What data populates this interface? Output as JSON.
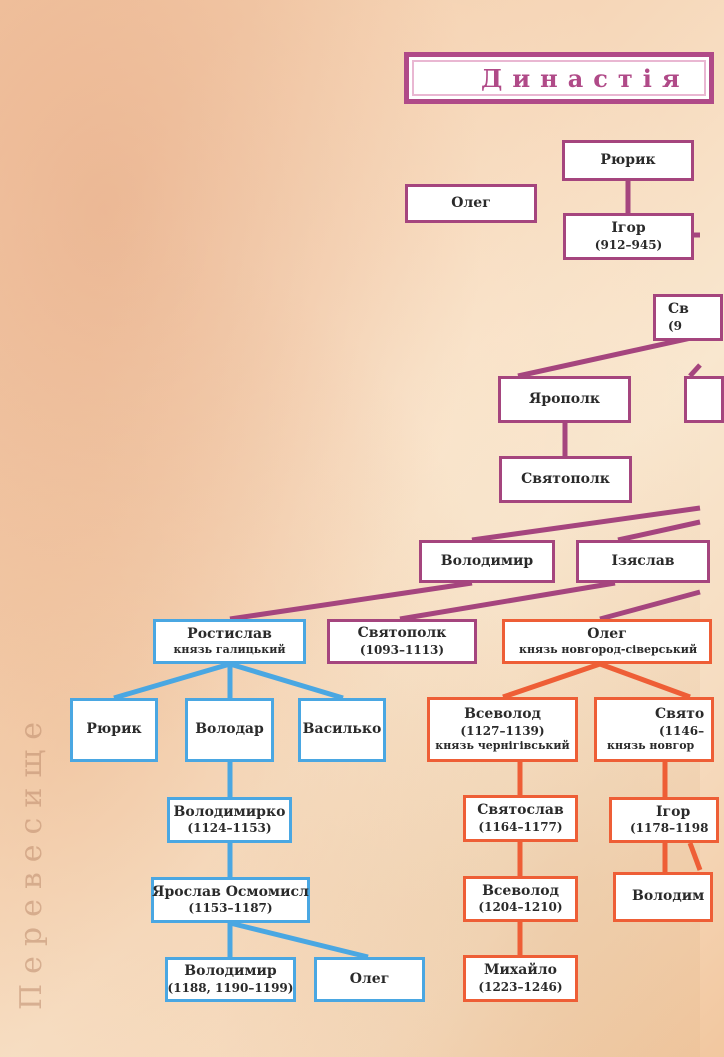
{
  "title": "Династія",
  "colors": {
    "purple": "#a5457e",
    "blue": "#4aa7e2",
    "orange": "#ee5e36"
  },
  "watermark": "Перевесище",
  "boxes": {
    "riuryk": {
      "name": "Рюрик"
    },
    "oleg_top": {
      "name": "Олег"
    },
    "ihor": {
      "name": "Ігор",
      "dates": "(912–945)"
    },
    "sviatoslav": {
      "name": "Св",
      "dates": "(9"
    },
    "yaropolk": {
      "name": "Ярополк"
    },
    "sviatopolk_top": {
      "name": "Святополк"
    },
    "volodymyr": {
      "name": "Володимир"
    },
    "iziaslav": {
      "name": "Ізяслав"
    },
    "rostyslav": {
      "name": "Ростислав",
      "title": "князь галицький"
    },
    "sviatopolk": {
      "name": "Святополк",
      "dates": "(1093–1113)"
    },
    "oleg_ns": {
      "name": "Олег",
      "title": "князь новгород-сіверський"
    },
    "riuryk2": {
      "name": "Рюрик"
    },
    "volodar": {
      "name": "Володар"
    },
    "vasylko": {
      "name": "Василько"
    },
    "vsevolod_ch": {
      "name": "Всеволод",
      "dates": "(1127–1139)",
      "title": "князь чернігівський"
    },
    "sviato_ns": {
      "name": "Свято",
      "dates": "(1146–",
      "title": "князь новгор"
    },
    "volodymyrko": {
      "name": "Володимирко",
      "dates": "(1124–1153)"
    },
    "sviatoslav2": {
      "name": "Святослав",
      "dates": "(1164–1177)"
    },
    "ihor2": {
      "name": "Ігор",
      "dates": "(1178–1198"
    },
    "yaroslav": {
      "name": "Ярослав Осмомисл",
      "dates": "(1153–1187)"
    },
    "vsevolod2": {
      "name": "Всеволод",
      "dates": "(1204–1210)"
    },
    "volodym_cut": {
      "name": "Володим"
    },
    "volodymyr2": {
      "name": "Володимир",
      "dates": "(1188, 1190–1199)"
    },
    "oleg2": {
      "name": "Олег"
    },
    "mykhailo": {
      "name": "Михайло",
      "dates": "(1223–1246)"
    }
  }
}
